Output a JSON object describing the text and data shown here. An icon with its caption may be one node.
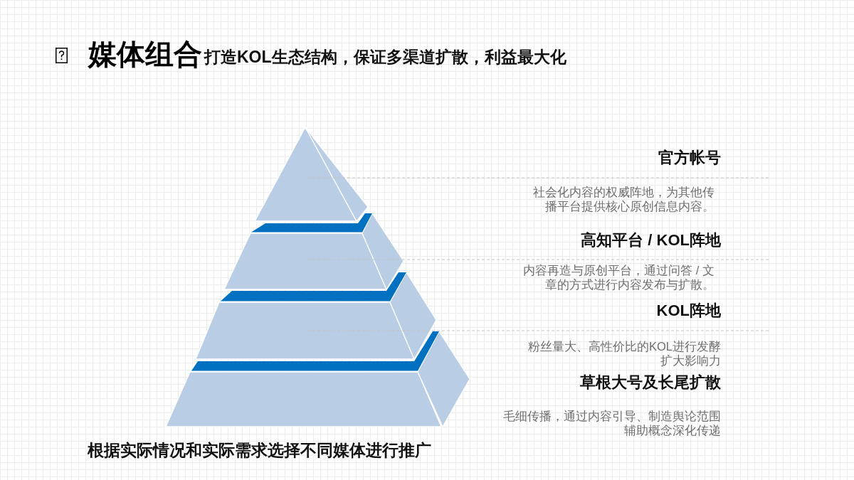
{
  "diagram": {
    "title": "媒体组合",
    "caption": "根据实际情况和实际需求选择不同媒体进行推广",
    "nodes": [
      {
        "text": [],
        "shape": "triangle",
        "beside": [
          "官方帐号",
          "社会化内容的权威阵地，为其他传播平台提供核心原创信息内容。"
        ]
      },
      {
        "text": [],
        "shape": "trapezoid",
        "beside": [
          "高知平台 / KOL阵地",
          "内容再造与原创平台，通过问答 / 文章的方式进行内容发布与扩散。"
        ]
      },
      {
        "text": [],
        "shape": "trapezoid",
        "beside": [
          "KOL阵地",
          "粉丝量大、高性价比的KOL进行发酵扩大影响力"
        ]
      },
      {
        "text": [],
        "shape": "trapezoid",
        "beside": [
          "草根大号及长尾扩散",
          "毛细传播，通过内容引导、制造舆论范围辅助概念深化传递"
        ]
      }
    ],
    "labels": [
      "打造KOL生态结构，保证多渠道扩散，利益最大化"
    ]
  }
}
